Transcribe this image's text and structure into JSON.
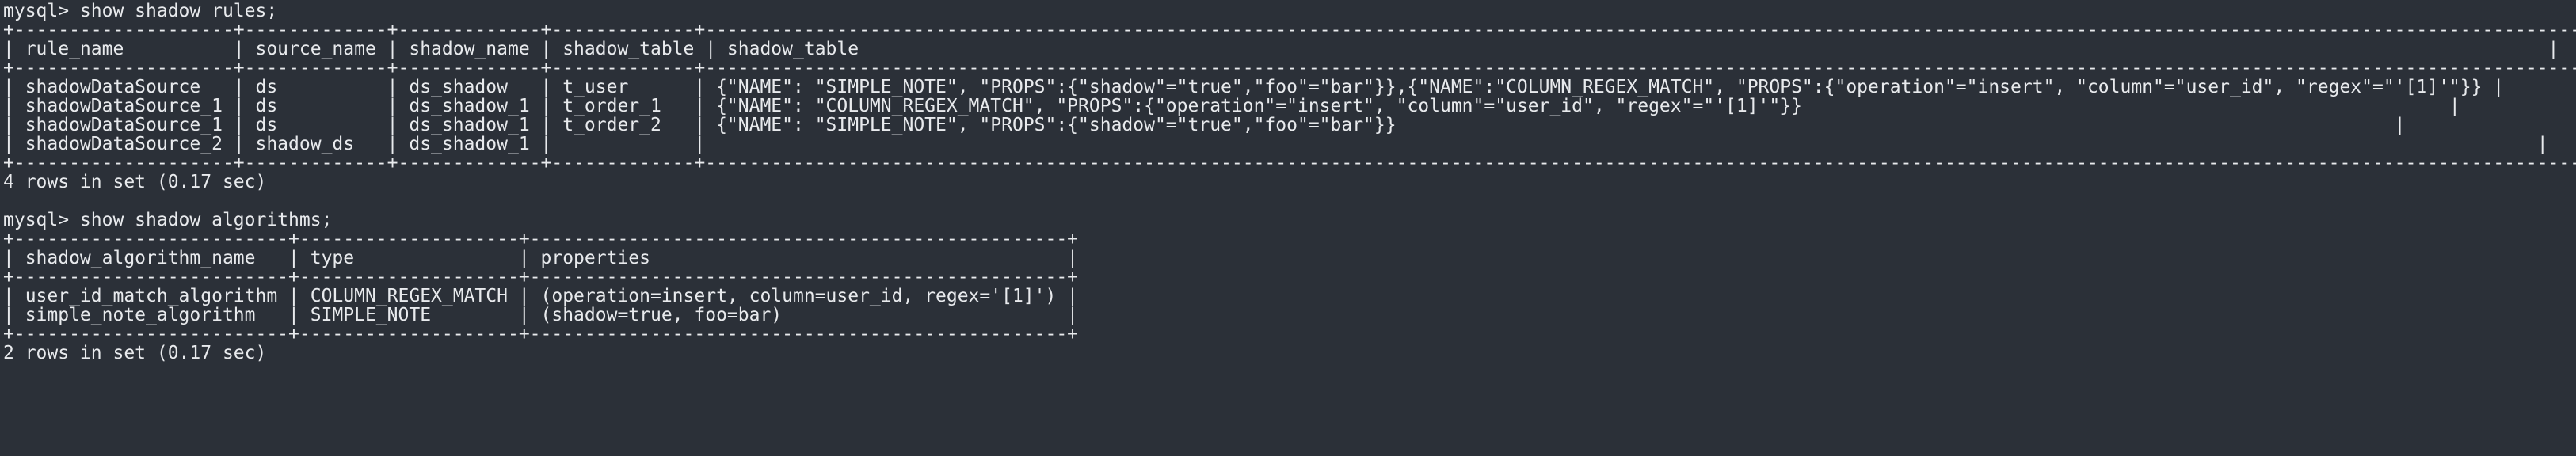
{
  "terminal": {
    "lines": [
      "mysql> show shadow rules;",
      "+--------------------+-------------+-------------+-------------+---------------------------------------------------------------------------------------------------------------------------------------------------------------------------+",
      "| rule_name          | source_name | shadow_name | shadow_table | shadow_table                                                                                                                                                          |",
      "+--------------------+-------------+-------------+-------------+---------------------------------------------------------------------------------------------------------------------------------------------------------------------------+",
      "| shadowDataSource   | ds          | ds_shadow   | t_user      | {\"NAME\": \"SIMPLE_NOTE\", \"PROPS\":{\"shadow\"=\"true\",\"foo\"=\"bar\"}},{\"NAME\":\"COLUMN_REGEX_MATCH\", \"PROPS\":{\"operation\"=\"insert\", \"column\"=\"user_id\", \"regex\"=\"'[1]'\"}} |",
      "| shadowDataSource_1 | ds          | ds_shadow_1 | t_order_1   | {\"NAME\": \"COLUMN_REGEX_MATCH\", \"PROPS\":{\"operation\"=\"insert\", \"column\"=\"user_id\", \"regex\"=\"'[1]'\"}}                                                           |",
      "| shadowDataSource_1 | ds          | ds_shadow_1 | t_order_2   | {\"NAME\": \"SIMPLE_NOTE\", \"PROPS\":{\"shadow\"=\"true\",\"foo\"=\"bar\"}}                                                                                           |",
      "| shadowDataSource_2 | shadow_ds   | ds_shadow_1 |             |                                                                                                                                                                       |",
      "+--------------------+-------------+-------------+-------------+---------------------------------------------------------------------------------------------------------------------------------------------------------------------------+",
      "4 rows in set (0.17 sec)",
      "",
      "mysql> show shadow algorithms;",
      "+-------------------------+--------------------+-------------------------------------------------+",
      "| shadow_algorithm_name   | type               | properties                                      |",
      "+-------------------------+--------------------+-------------------------------------------------+",
      "| user_id_match_algorithm | COLUMN_REGEX_MATCH | (operation=insert, column=user_id, regex='[1]') |",
      "| simple_note_algorithm   | SIMPLE_NOTE        | (shadow=true, foo=bar)                          |",
      "+-------------------------+--------------------+-------------------------------------------------+",
      "2 rows in set (0.17 sec)"
    ]
  },
  "colors": {
    "background": "#2b3038",
    "text": "#e8eaed"
  }
}
